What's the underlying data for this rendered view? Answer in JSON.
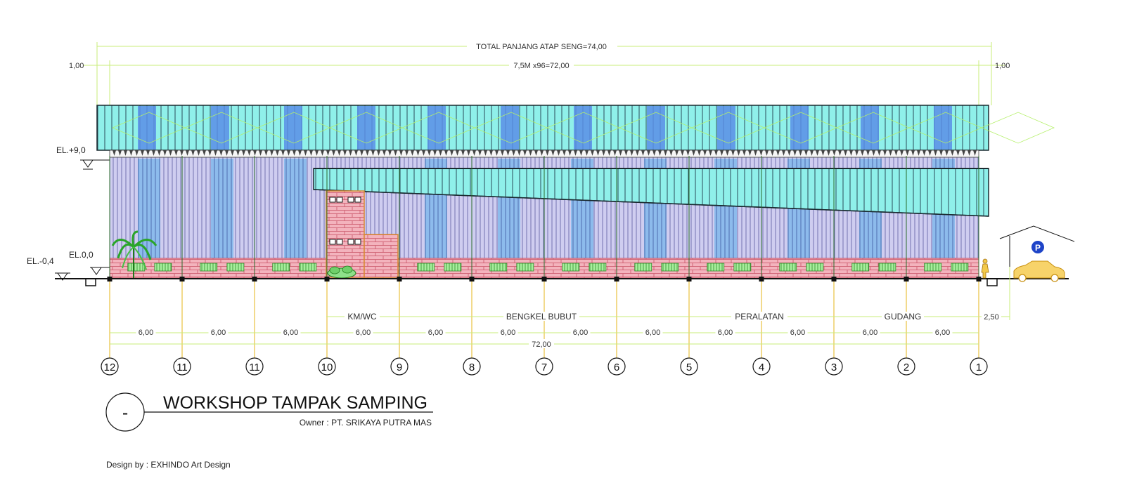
{
  "dimensions": {
    "total_roof": "TOTAL PANJANG ATAP SENG=74,00",
    "roof_modules": "7,5M x96=72,00",
    "overhang_left": "1,00",
    "overhang_right": "1,00",
    "bay_spans": [
      "6,00",
      "6,00",
      "6,00",
      "6,00",
      "6,00",
      "6,00",
      "6,00",
      "6,00",
      "6,00",
      "6,00",
      "6,00",
      "6,00"
    ],
    "total_length": "72,00",
    "right_offset": "2,50"
  },
  "elevations": {
    "top": "EL.+9,0",
    "floor": "EL.0,0",
    "ground": "EL.-0,4"
  },
  "zones": {
    "kmwc": "KM/WC",
    "bengkel": "BENGKEL BUBUT",
    "peralatan": "PERALATAN",
    "gudang": "GUDANG"
  },
  "axes": [
    "12",
    "11",
    "11",
    "10",
    "9",
    "8",
    "7",
    "6",
    "5",
    "4",
    "3",
    "2",
    "1"
  ],
  "parking_symbol": "P",
  "title": "WORKSHOP TAMPAK SAMPING",
  "title_marker": "-",
  "owner": "Owner : PT. SRIKAYA PUTRA MAS",
  "designer": "Design by : EXHINDO Art Design",
  "colors": {
    "roof_fill": "#8ff0ea",
    "roof_dark": "#4a7fe0",
    "wall_fill": "#c9c6ec",
    "wall_blue": "#7fb5ea",
    "brick": "#f2a8b4",
    "window": "#8ee08a",
    "column": "#e8c040",
    "dim_line": "#c8ee7a"
  }
}
